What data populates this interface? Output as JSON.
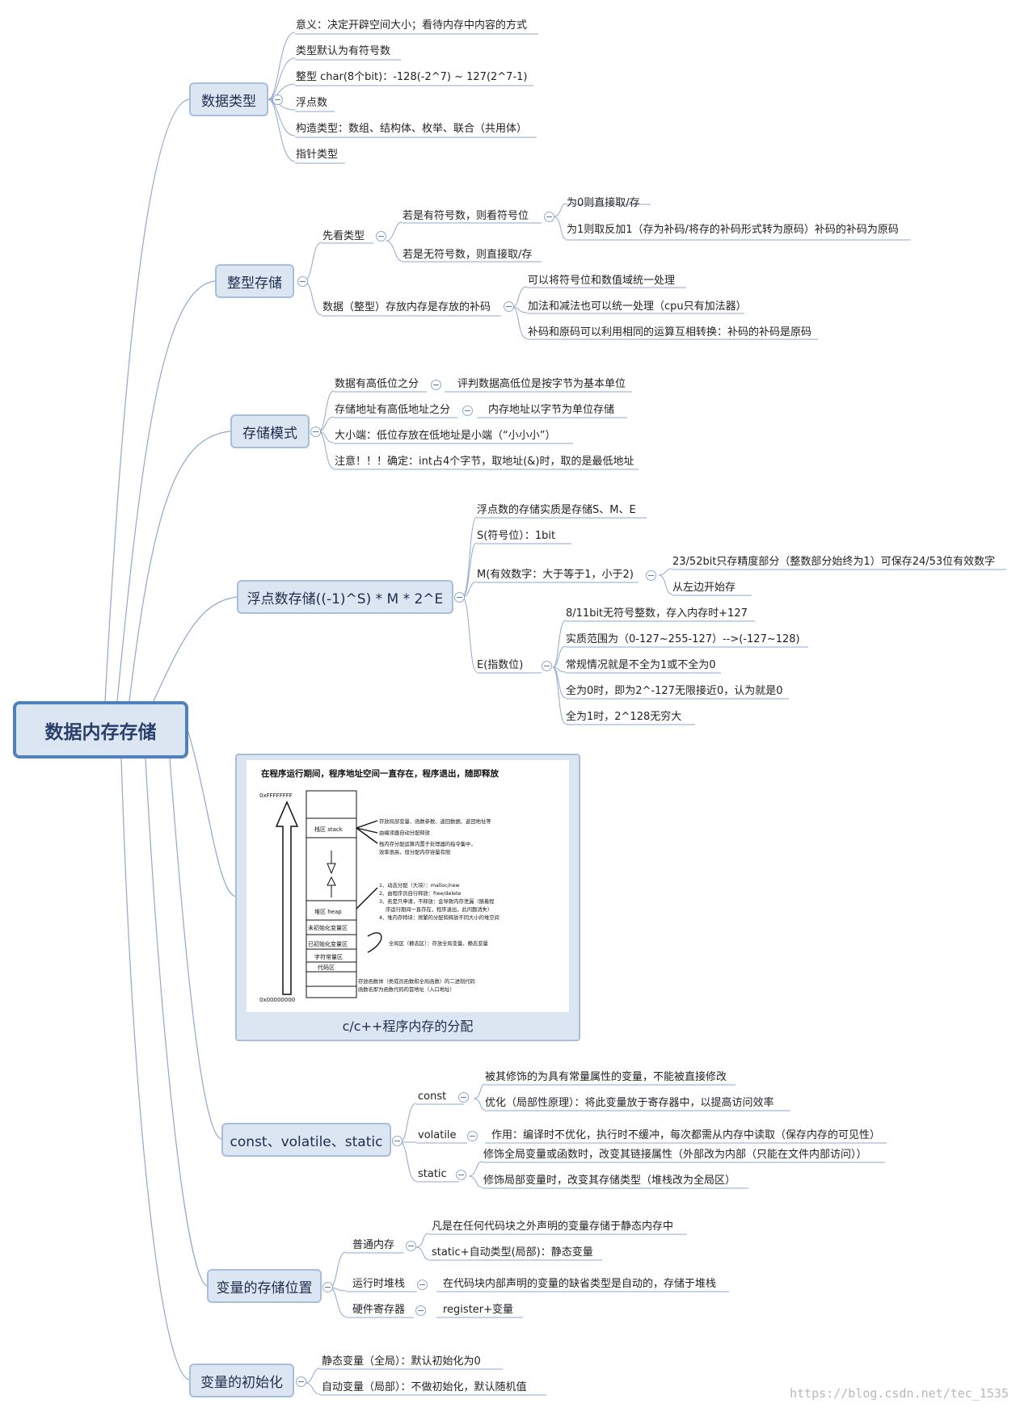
{
  "root": "数据内存存储",
  "colors": {
    "node_fill": "#dce6f2",
    "node_border": "#a7bfdc",
    "root_border": "#4f81bd",
    "line": "#8fa8cf"
  },
  "topics": {
    "datatype": {
      "label": "数据类型",
      "items": [
        "意义：决定开辟空间大小；看待内存中内容的方式",
        "类型默认为有符号数",
        "整型  char(8个bit)：-128(-2^7) ~ 127(2^7-1)",
        "浮点数",
        "构造类型：数组、结构体、枚举、联合（共用体）",
        "指针类型"
      ]
    },
    "intstore": {
      "label": "整型存储",
      "look_type": "先看类型",
      "signed": "若是有符号数，则看符号位",
      "sign0": "为0则直接取/存",
      "sign1": "为1则取反加1（存为补码/将存的补码形式转为原码）补码的补码为原码",
      "unsigned": "若是无符号数，则直接取/存",
      "complement": "数据（整型）存放内存是存放的补码",
      "c1": "可以将符号位和数值域统一处理",
      "c2": "加法和减法也可以统一处理（cpu只有加法器）",
      "c3": "补码和原码可以利用相同的运算互相转换：补码的补码是原码"
    },
    "storemode": {
      "label": "存储模式",
      "a": "数据有高低位之分",
      "a1": "评判数据高低位是按字节为基本单位",
      "b": "存储地址有高低地址之分",
      "b1": "内存地址以字节为单位存储",
      "c": "大小端：低位存放在低地址是小端（“小小小”）",
      "d": "注意！！！确定：int占4个字节，取地址(&)时，取的是最低地址"
    },
    "float": {
      "label": "浮点数存储((-1)^S) * M * 2^E",
      "essence": "浮点数的存储实质是存储S、M、E",
      "s": "S(符号位）：1bit",
      "m": "M(有效数字：大于等于1，小于2)",
      "m1": "23/52bit只存精度部分（整数部分始终为1）可保存24/53位有效数字",
      "m2": "从左边开始存",
      "e": "E(指数位)",
      "e1": "8/11bit无符号整数，存入内存时+127",
      "e2": "实质范围为（0-127~255-127）-->(-127~128)",
      "e3": "常规情况就是不全为1或不全为0",
      "e4": "全为0时，即为2^-127无限接近0，认为就是0",
      "e5": "全为1时，2^128无穷大"
    },
    "memory_image": {
      "caption": "c/c++程序内存的分配",
      "title": "在程序运行期间，程序地址空间一直存在，程序退出，随即释放",
      "addr_high": "0xFFFFFFFF",
      "addr_low": "0x00000000",
      "stack": "栈区 stack",
      "heap": "堆区 heap",
      "bss": "未初始化变量区",
      "data": "已初始化变量区",
      "rodata": "字符常量区",
      "text": "代码区",
      "stack_notes": [
        "存放局部变量、函数参数、返回数据、返回地址等",
        "由编译器自动分配释放",
        "栈内存分配运算内置于处理器的指令集中，",
        "效率很高，但分配内存容量有限"
      ],
      "heap_notes": [
        "1、动态分配（大块）：malloc/new",
        "2、由程序员自行释放：free/delete",
        "3、若是只申请，不释放：会导致内存泄漏（随着程",
        "序运行期间一直存在，程序退出，此问题消失）",
        "4、堆内存特块：频繁的分配和释放不同大小的堆空间"
      ],
      "global_note": "全局区（静态区）：存放全局变量、静态变量",
      "code_notes": [
        "存放函数体（类成员函数和全局函数）的二进制代码",
        "函数名即为函数代码的首地址（入口地址）"
      ]
    },
    "cvs": {
      "label": "const、volatile、static",
      "const": "const",
      "const1": "被其修饰的为具有常量属性的变量，不能被直接修改",
      "const2": "优化（局部性原理）：将此变量放于寄存器中，以提高访问效率",
      "volatile": "volatile",
      "volatile1": "作用：编译时不优化，执行时不缓冲，每次都需从内存中读取（保存内存的可见性）",
      "static": "static",
      "static1": "修饰全局变量或函数时，改变其链接属性（外部改为内部（只能在文件内部访问））",
      "static2": "修饰局部变量时，改变其存储类型（堆栈改为全局区）"
    },
    "varloc": {
      "label": "变量的存储位置",
      "normal": "普通内存",
      "normal1": "凡是在任何代码块之外声明的变量存储于静态内存中",
      "normal2": "static+自动类型(局部)：静态变量",
      "runstack": "运行时堆栈",
      "runstack1": "在代码块内部声明的变量的缺省类型是自动的，存储于堆栈",
      "reg": "硬件寄存器",
      "reg1": "register+变量"
    },
    "varinit": {
      "label": "变量的初始化",
      "a": "静态变量（全局）：默认初始化为0",
      "b": "自动变量（局部）：不做初始化，默认随机值"
    }
  },
  "watermark": "https://blog.csdn.net/tec_1535"
}
